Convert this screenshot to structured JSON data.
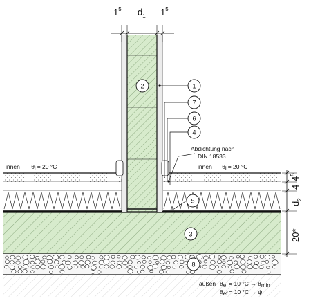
{
  "dimensions": {
    "top_left": {
      "main": "1",
      "sup": "5"
    },
    "top_center": {
      "main": "d",
      "sub": "1"
    },
    "top_right": {
      "main": "1",
      "sup": "5"
    },
    "right_1": {
      "main": "4",
      "sup": "5"
    },
    "right_2": {
      "main": "4",
      "sup": ""
    },
    "right_3": {
      "main": "d",
      "sub": "2"
    },
    "right_4": {
      "main": "20*",
      "sup": ""
    }
  },
  "labels": {
    "inside_left": {
      "word": "innen",
      "symbol": "θ",
      "sub": "i",
      "value": "= 20 °C"
    },
    "inside_right": {
      "word": "innen",
      "symbol": "θ",
      "sub": "i",
      "value": "= 20 °C"
    },
    "waterproofing": {
      "line1": "Abdichtung nach",
      "line2": "DIN 18533"
    },
    "outside": {
      "word": "außen",
      "line1": {
        "symbol": "θ",
        "sub": "e",
        "value": "= 10 °C → θ",
        "tail_sub": "min"
      },
      "line2": {
        "symbol": "θ",
        "sub": "ef",
        "value": "= 10 °C → ψ"
      }
    }
  },
  "callouts": [
    "1",
    "2",
    "3",
    "4",
    "5",
    "6",
    "7",
    "8"
  ],
  "colors": {
    "masonry_fill": "#d7ebcc",
    "concrete_fill": "#d7ebcc",
    "insulation_fill": "#ffffff",
    "gravel_fill": "#f2f2f2",
    "line": "#111111"
  }
}
